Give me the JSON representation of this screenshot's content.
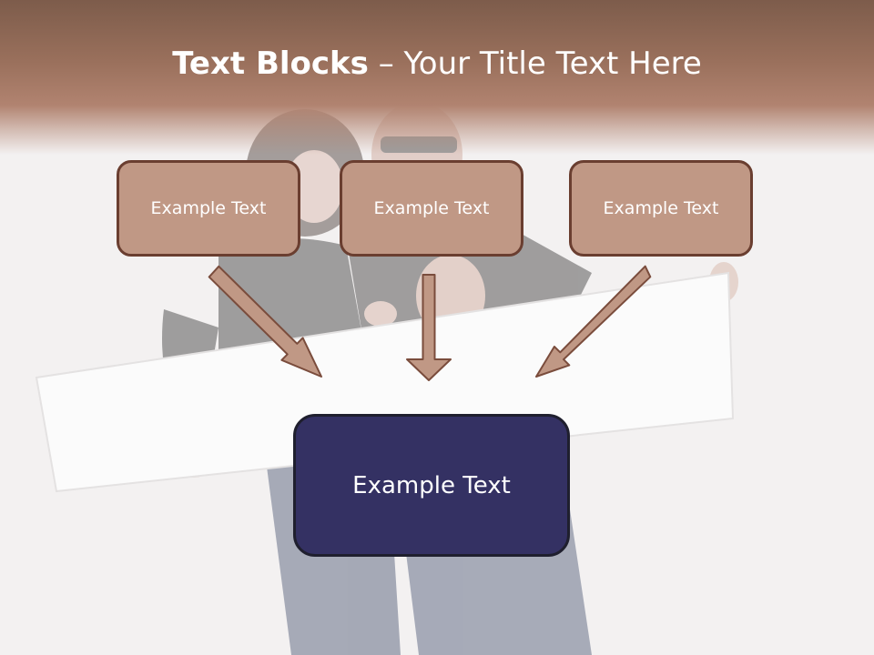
{
  "slide": {
    "title_bold": "Text Blocks",
    "title_dash": " – ",
    "title_rest": "Your Title Text Here",
    "top_boxes": [
      {
        "label": "Example Text"
      },
      {
        "label": "Example Text"
      },
      {
        "label": "Example Text"
      }
    ],
    "main_box": {
      "label": "Example Text"
    }
  },
  "colors": {
    "header": "#9a705c",
    "box_fill": "#c09885",
    "box_border": "#6a3e30",
    "main_box_fill": "#343163",
    "arrow_fill": "#c09885",
    "arrow_stroke": "#7a4c3c"
  }
}
